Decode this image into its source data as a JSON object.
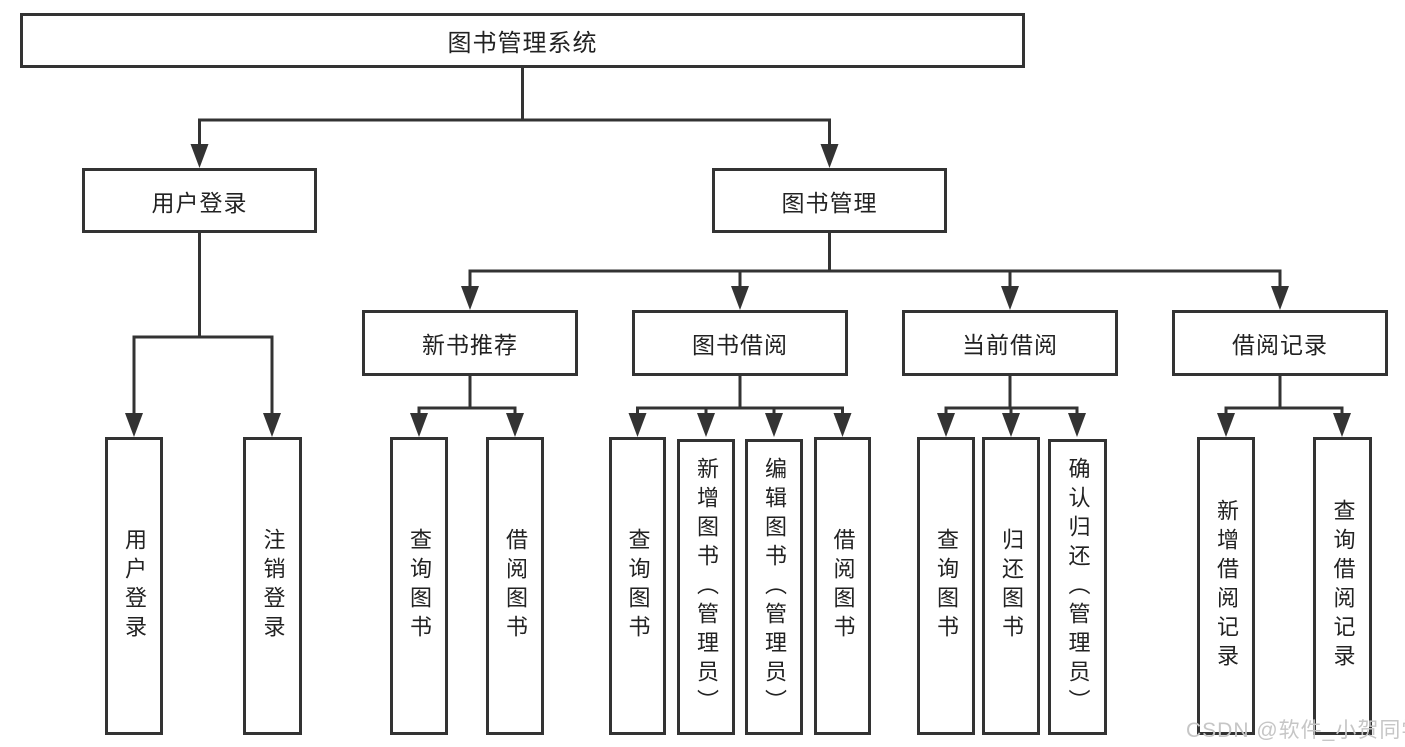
{
  "diagram": {
    "root": {
      "label": "图书管理系统"
    },
    "level2": {
      "user_login": {
        "label": "用户登录"
      },
      "book_mgmt": {
        "label": "图书管理"
      }
    },
    "level3": {
      "new_book": {
        "label": "新书推荐"
      },
      "borrow": {
        "label": "图书借阅"
      },
      "current": {
        "label": "当前借阅"
      },
      "records": {
        "label": "借阅记录"
      }
    },
    "leaves": {
      "user_login_leaf": {
        "label": "用户登录"
      },
      "logout": {
        "label": "注销登录"
      },
      "nb_query": {
        "label": "查询图书"
      },
      "nb_borrow": {
        "label": "借阅图书"
      },
      "bb_query": {
        "label": "查询图书"
      },
      "bb_add": {
        "label": "新增图书（管理员）"
      },
      "bb_edit": {
        "label": "编辑图书（管理员）"
      },
      "bb_borrow": {
        "label": "借阅图书"
      },
      "cb_query": {
        "label": "查询图书"
      },
      "cb_return": {
        "label": "归还图书"
      },
      "cb_confirm": {
        "label": "确认归还（管理员）"
      },
      "rec_add": {
        "label": "新增借阅记录"
      },
      "rec_query": {
        "label": "查询借阅记录"
      }
    }
  },
  "watermark": {
    "text": "CSDN @软件_小贺同学"
  },
  "colors": {
    "line": "#333333",
    "text": "#222222",
    "watermark": "#c6c6c6",
    "background": "#ffffff"
  }
}
